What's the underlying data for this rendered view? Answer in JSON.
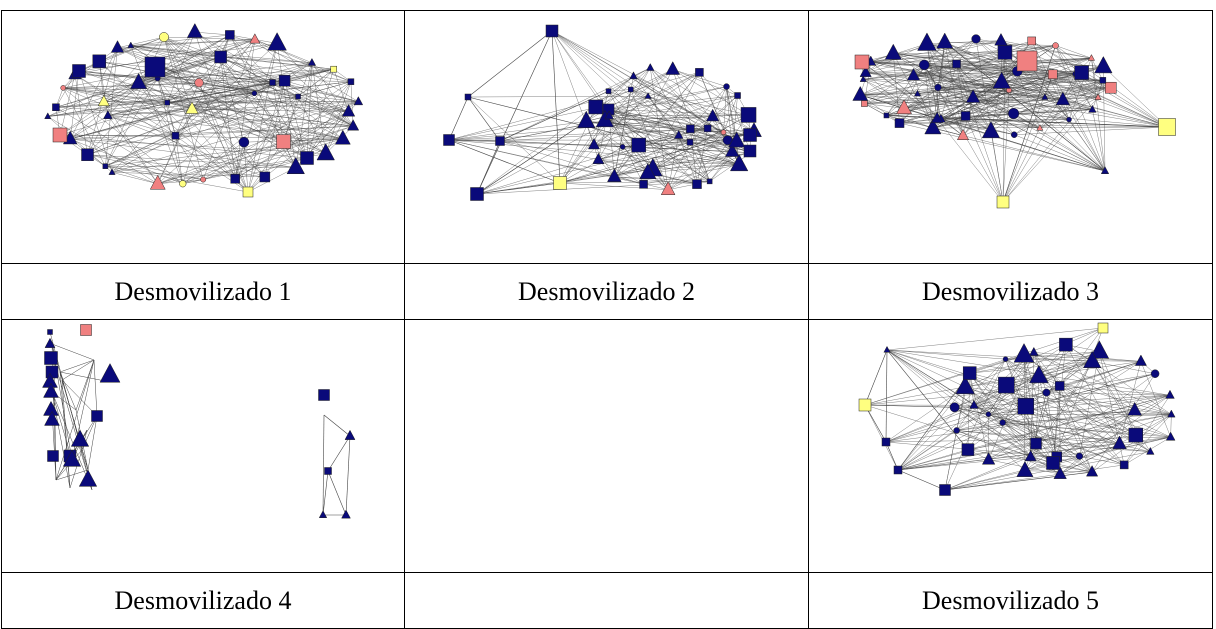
{
  "colors": {
    "navy": "#0a0a7a",
    "salmon": "#f08080",
    "yellow": "#ffff80",
    "edge": "#444444"
  },
  "networks": [
    {
      "id": 1,
      "caption": "Desmovilizado 1"
    },
    {
      "id": 2,
      "caption": "Desmovilizado 2"
    },
    {
      "id": 3,
      "caption": "Desmovilizado 3"
    },
    {
      "id": 4,
      "caption": "Desmovilizado 4"
    },
    {
      "id": 5,
      "caption": ""
    },
    {
      "id": 6,
      "caption": "Desmovilizado 5"
    }
  ]
}
